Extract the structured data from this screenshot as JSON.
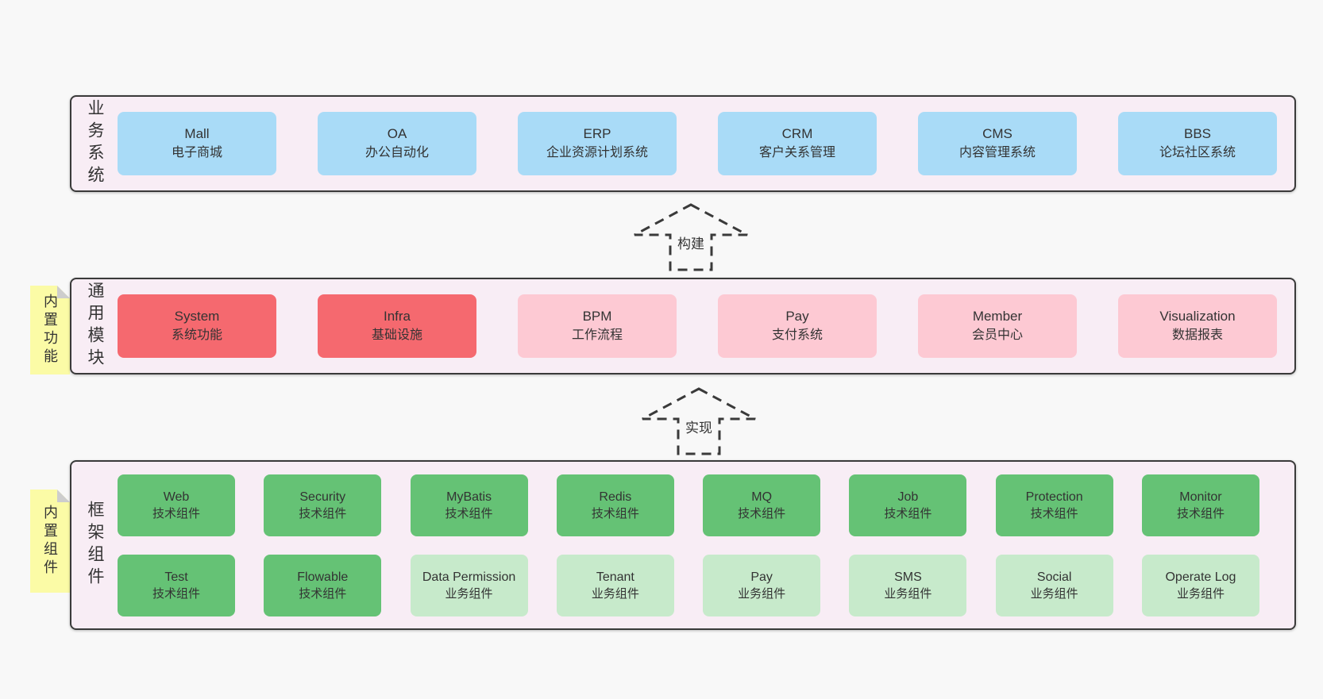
{
  "layers": [
    {
      "label": "业务系统",
      "boxes": [
        {
          "name": "Mall",
          "desc": "电子商城"
        },
        {
          "name": "OA",
          "desc": "办公自动化"
        },
        {
          "name": "ERP",
          "desc": "企业资源计划系统"
        },
        {
          "name": "CRM",
          "desc": "客户关系管理"
        },
        {
          "name": "CMS",
          "desc": "内容管理系统"
        },
        {
          "name": "BBS",
          "desc": "论坛社区系统"
        }
      ]
    },
    {
      "label": "通用模块",
      "sticky": "内置功能",
      "boxes": [
        {
          "name": "System",
          "desc": "系统功能"
        },
        {
          "name": "Infra",
          "desc": "基础设施"
        },
        {
          "name": "BPM",
          "desc": "工作流程"
        },
        {
          "name": "Pay",
          "desc": "支付系统"
        },
        {
          "name": "Member",
          "desc": "会员中心"
        },
        {
          "name": "Visualization",
          "desc": "数据报表"
        }
      ]
    },
    {
      "label": "框架组件",
      "sticky": "内置组件",
      "rows": [
        [
          {
            "name": "Web",
            "desc": "技术组件"
          },
          {
            "name": "Security",
            "desc": "技术组件"
          },
          {
            "name": "MyBatis",
            "desc": "技术组件"
          },
          {
            "name": "Redis",
            "desc": "技术组件"
          },
          {
            "name": "MQ",
            "desc": "技术组件"
          },
          {
            "name": "Job",
            "desc": "技术组件"
          },
          {
            "name": "Protection",
            "desc": "技术组件"
          },
          {
            "name": "Monitor",
            "desc": "技术组件"
          }
        ],
        [
          {
            "name": "Test",
            "desc": "技术组件"
          },
          {
            "name": "Flowable",
            "desc": "技术组件"
          },
          {
            "name": "Data Permission",
            "desc": "业务组件"
          },
          {
            "name": "Tenant",
            "desc": "业务组件"
          },
          {
            "name": "Pay",
            "desc": "业务组件"
          },
          {
            "name": "SMS",
            "desc": "业务组件"
          },
          {
            "name": "Social",
            "desc": "业务组件"
          },
          {
            "name": "Operate Log",
            "desc": "业务组件"
          }
        ]
      ]
    }
  ],
  "arrows": [
    {
      "label": "构建"
    },
    {
      "label": "实现"
    }
  ],
  "colors": {
    "page_bg": "#f8f8f8",
    "container_bg": "#f8edf5",
    "border": "#3a3a3a",
    "blue_box": "#a9dbf7",
    "red_box": "#f5696f",
    "pink_box": "#fdc9d3",
    "green_dark_box": "#65c275",
    "green_light_box": "#c7eacb",
    "sticky_yellow": "#fbfba6",
    "sticky_fold": "#cdcdcd",
    "text": "#333333"
  }
}
